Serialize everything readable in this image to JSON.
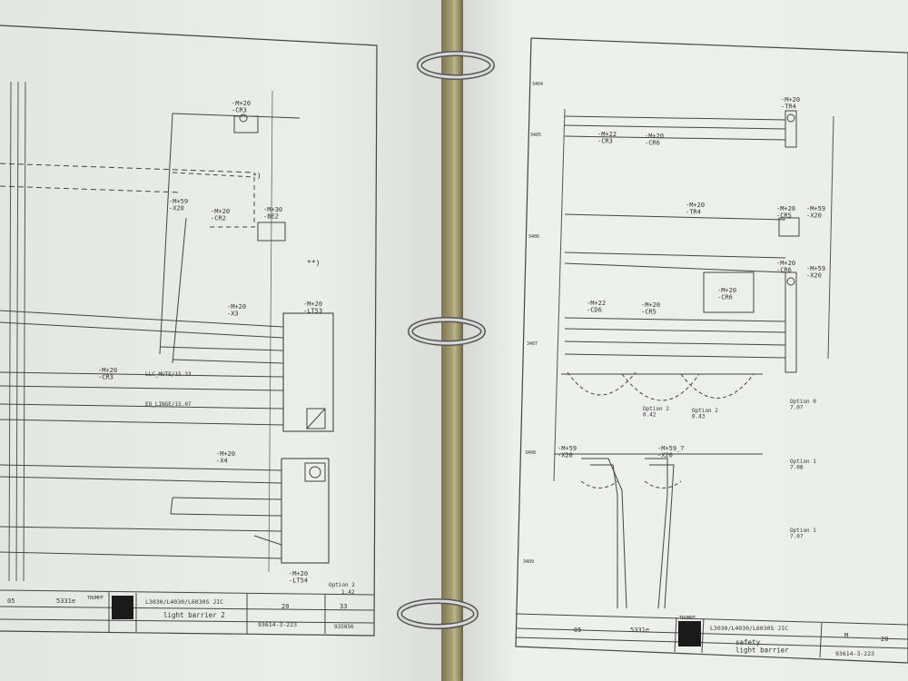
{
  "left_sheet": {
    "labels": {
      "cr3_tag": "-M+20\n-CR3",
      "cr2_tag": "-M+20\n-CR2",
      "x20_tag": "-M+59\n-X20",
      "be2_tag": "-M+30\n-BE2",
      "lt53_tag": "-M+20\n-LT53",
      "x3_tag": "-M+20\n-X3",
      "x4_tag": "-M+20\n-X4",
      "lt54_tag": "-M+20\n-LT54",
      "cr3b_tag": "-M+20\n-CR3",
      "note1": "*)",
      "note2": "**)",
      "mute_label": "LLC_MUTE/15.33",
      "linkage_label": "EO_LINGE/15.07"
    },
    "title_block": {
      "section": "05",
      "drawn_by": "5331e",
      "project_title": "L3030/L4030/L6030S JIC",
      "page_title": "light barrier 2",
      "drawing_number": "93614-3-223",
      "page": "33",
      "sheet": "20",
      "brand": "TRUMPF",
      "revision_note": "Option 2",
      "rev_val": "1.42",
      "footer_code": "935856"
    }
  },
  "right_sheet": {
    "labels": {
      "tr4_tag": "-M+20\n-TR4",
      "cr3_tag": "-M+22\n-CR3",
      "cr6_tag": "-M+20\n-CR6",
      "tr4b_tag": "-M+20\n-TR4",
      "cr5_tag": "-M+20\n-CR5",
      "x20_tag": "-M+59\n-X20",
      "cr6b_tag": "-M+20\n-CR6",
      "x20b_tag": "-M+59\n-X20",
      "cd6_tag": "-M+22\n-CD6",
      "cr5b_tag": "-M+20\n-CR5",
      "cr6c_tag": "-M+20\n-CR6",
      "x20_6": "-M+59\n-X20",
      "x20_7": "-M+59_7\n-X20",
      "opt1": "Option 0\n7.07",
      "opt2": "Option 1\n7.08",
      "opt3": "Option 1\n7.07",
      "opt4": "Option 2\n0.42",
      "opt5": "Option 2\n0.43"
    },
    "rows": [
      "3404",
      "3405",
      "3406",
      "3407",
      "3408",
      "3409"
    ],
    "title_block": {
      "section": "05",
      "drawn_by": "5331e",
      "project_title": "L3030/L4030/L6030S JIC",
      "page_title": "safety\nlight barrier",
      "drawing_number": "93614-3-223",
      "page": "20",
      "sheet": "M",
      "brand": "TRUMPF"
    }
  }
}
